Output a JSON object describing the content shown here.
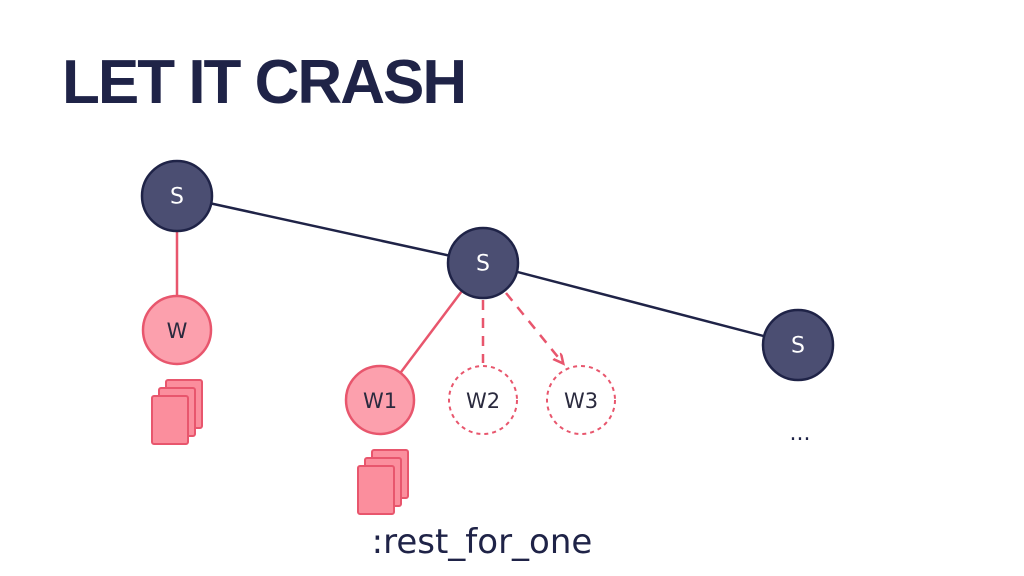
{
  "title": "LET IT CRASH",
  "colors": {
    "navy": "#1f2347",
    "supervisor_fill": "#4b4e72",
    "worker_fill": "#fca0ad",
    "worker_stroke": "#e8566d",
    "link_red": "#e8566d",
    "doc_fill": "#fb8e9d"
  },
  "nodes": {
    "supervisor_root": "S",
    "supervisor_middle": "S",
    "supervisor_right": "S",
    "worker_left": "W",
    "worker_1": "W1",
    "worker_2": "W2",
    "worker_3": "W3"
  },
  "ellipsis": "...",
  "strategy_label": ":rest_for_one"
}
